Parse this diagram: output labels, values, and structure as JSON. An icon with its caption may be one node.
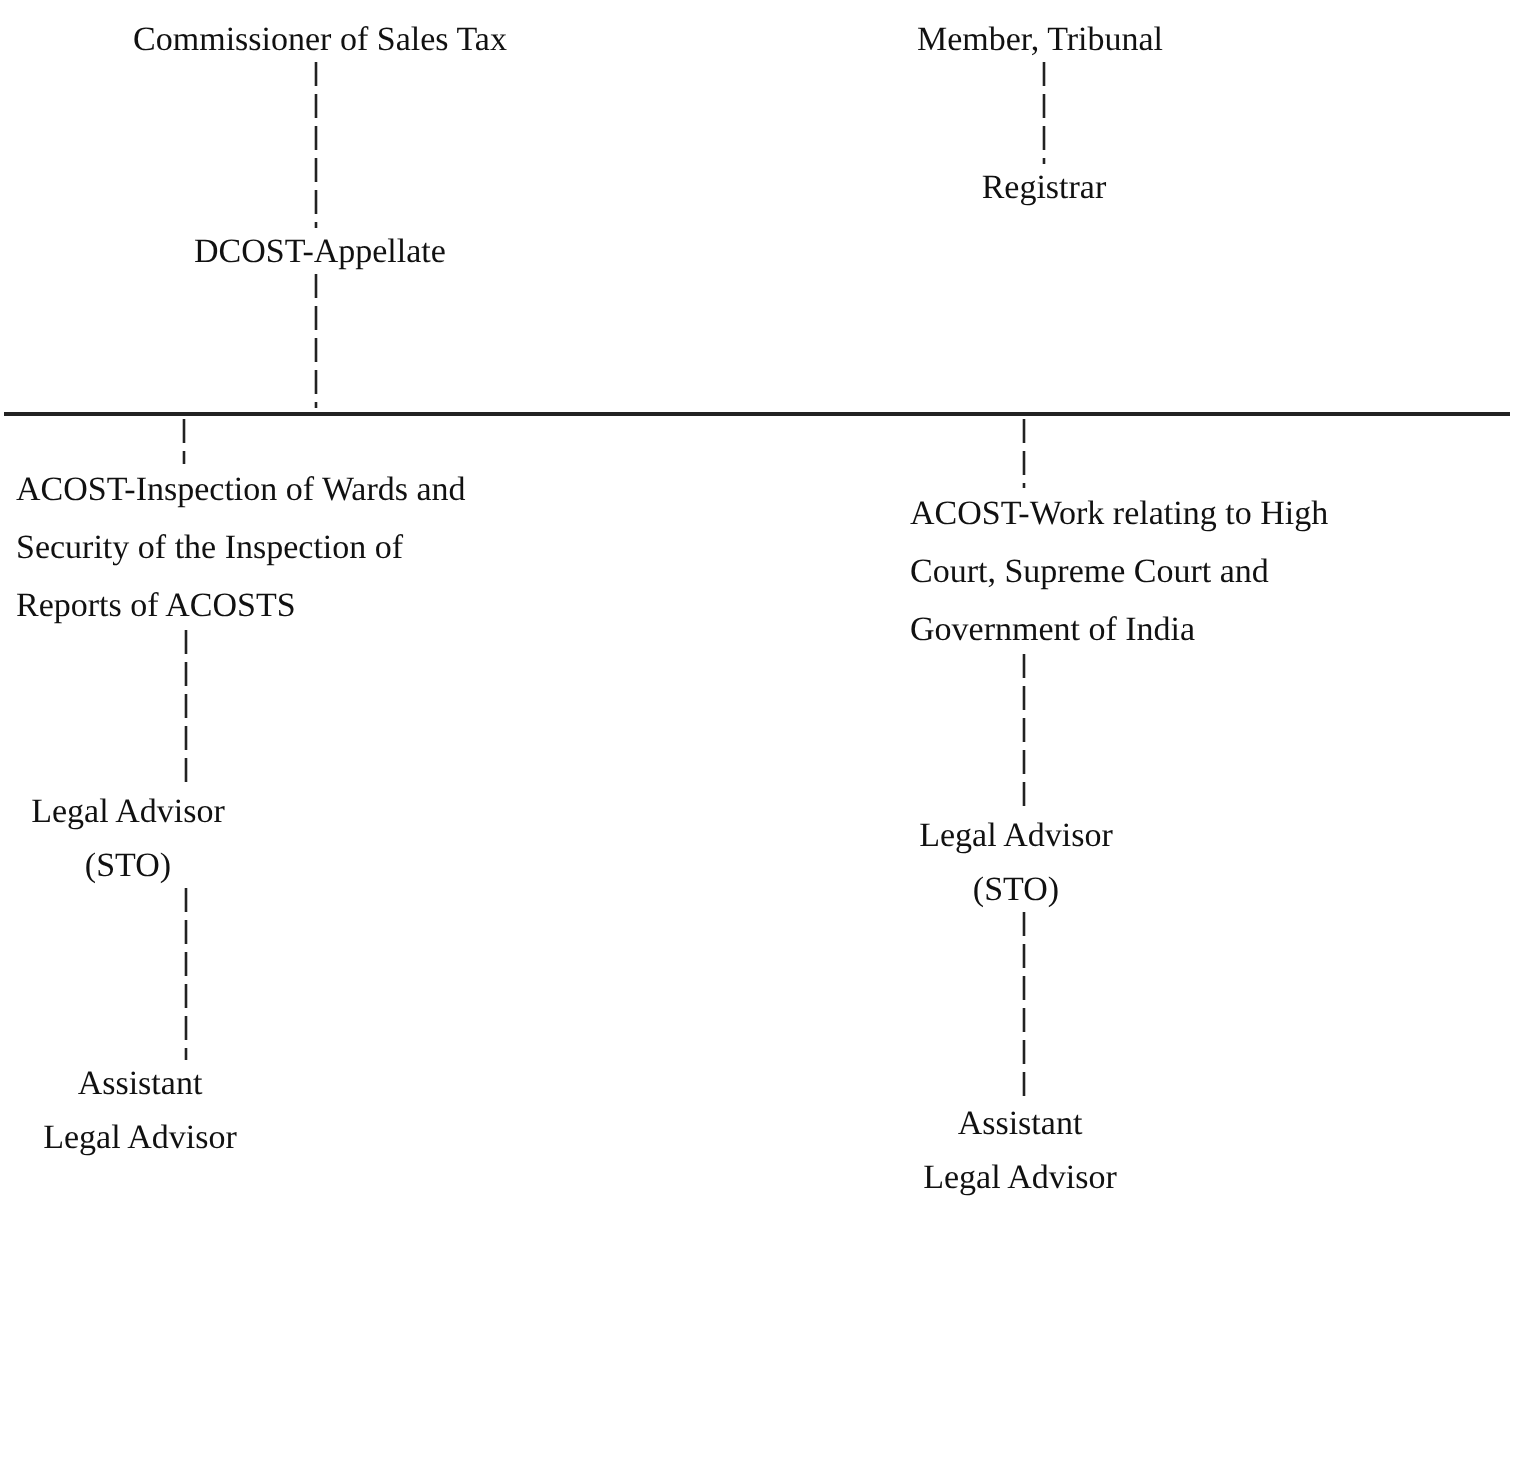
{
  "diagram": {
    "nodes": [
      {
        "text": [
          "Commissioner of Sales Tax"
        ]
      },
      {
        "text": [
          "Member, Tribunal"
        ]
      },
      {
        "text": [
          "Registrar"
        ]
      },
      {
        "text": [
          "DCOST-Appellate"
        ]
      },
      {
        "text": [],
        "shape": "bar"
      },
      {
        "text": [
          "ACOST-Inspection of Wards and Security of the Inspection of Reports of ACOSTS"
        ]
      },
      {
        "text": [
          "ACOST-Work relating to High Court, Supreme Court and Government of India"
        ]
      },
      {
        "text": [
          "Legal Advisor (STO)"
        ]
      },
      {
        "text": [
          "Legal Advisor (STO)"
        ]
      },
      {
        "text": [
          "Assistant Legal Advisor"
        ]
      },
      {
        "text": [
          "Assistant Legal Advisor"
        ]
      }
    ],
    "edges": [
      {
        "from": 0,
        "to": 3,
        "arrow": "none",
        "style": "dashed"
      },
      {
        "from": 1,
        "to": 2,
        "arrow": "none",
        "style": "dashed"
      },
      {
        "from": 3,
        "to": 4,
        "arrow": "none",
        "style": "dashed"
      },
      {
        "from": 4,
        "to": 5,
        "arrow": "none",
        "style": "dashed"
      },
      {
        "from": 4,
        "to": 6,
        "arrow": "none",
        "style": "dashed"
      },
      {
        "from": 5,
        "to": 7,
        "arrow": "none",
        "style": "dashed"
      },
      {
        "from": 6,
        "to": 8,
        "arrow": "none",
        "style": "dashed"
      },
      {
        "from": 7,
        "to": 9,
        "arrow": "none",
        "style": "dashed"
      },
      {
        "from": 8,
        "to": 10,
        "arrow": "none",
        "style": "dashed"
      }
    ]
  }
}
